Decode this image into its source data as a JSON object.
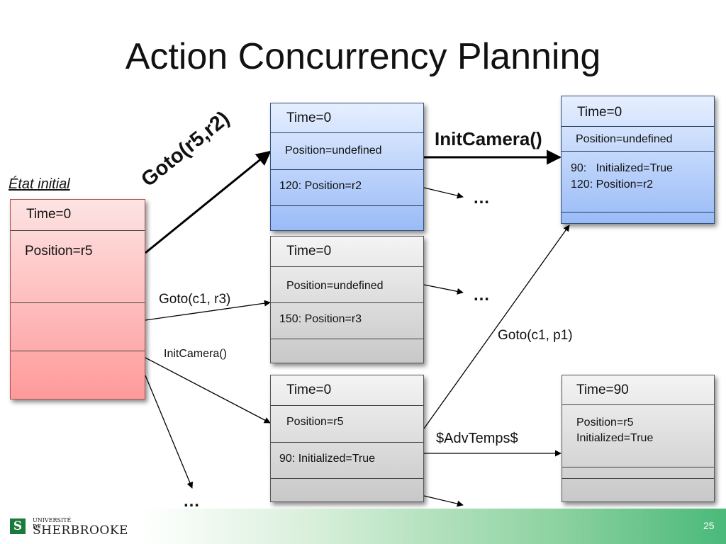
{
  "slide": {
    "title": "Action Concurrency Planning",
    "page_number": "25"
  },
  "logo": {
    "mark": "S",
    "line1": "UNIVERSITÉ DE",
    "line2": "SHERBROOKE"
  },
  "initial_state": {
    "label": "État initial",
    "time": "Time=0",
    "state": "Position=r5"
  },
  "states": {
    "s1": {
      "time": "Time=0",
      "state": "Position=undefined",
      "events": "120: Position=r2"
    },
    "s2": {
      "time": "Time=0",
      "state": "Position=undefined",
      "events": "150: Position=r3"
    },
    "s3": {
      "time": "Time=0",
      "state": "Position=r5",
      "events": "90: Initialized=True"
    },
    "s4": {
      "time": "Time=0",
      "state": "Position=undefined",
      "events_1": "90:   Initialized=True",
      "events_2": "120: Position=r2"
    },
    "s5": {
      "time": "Time=90",
      "state_1": "Position=r5",
      "state_2": "Initialized=True"
    }
  },
  "actions": {
    "goto_r5_r2": "Goto(r5,r2)",
    "goto_c1_r3": "Goto(c1, r3)",
    "initcamera_small": "InitCamera()",
    "initcamera_big": "InitCamera()",
    "goto_c1_p1": "Goto(c1, p1)",
    "advtemps": "$AdvTemps$"
  },
  "ellipsis": "…",
  "colors": {
    "initial_state": "#ff9a9a",
    "selected_state": "#99bbf7",
    "other_state": "#c8c8c8",
    "footer_accent": "#4ab97a"
  }
}
